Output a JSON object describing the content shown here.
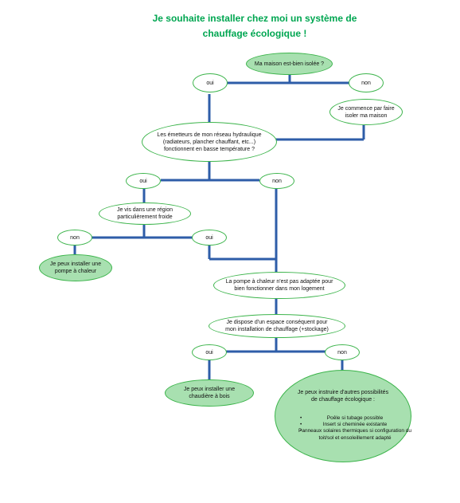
{
  "title": "Je souhaite installer chez moi un système de\nchauffage écologique !",
  "nodes": {
    "q_isolation": "Ma maison est-bien isolée ?",
    "isolation_oui": "oui",
    "isolation_non": "non",
    "isoler": "Je commence par faire\nisoler ma maison",
    "q_emetteurs": "Les émetteurs de mon réseau hydraulique\n(radiateurs, plancher chauffant, etc...)\nfonctionnent en basse température ?",
    "emetteurs_oui": "oui",
    "emetteurs_non": "non",
    "q_region": "Je vis dans une région\nparticulièrement froide",
    "region_non": "non",
    "region_oui": "oui",
    "pac": "Je peux installer une\npompe à chaleur",
    "pac_non_adaptee": "La pompe à chaleur n'est pas adaptée pour\nbien fonctionner dans mon logement",
    "q_espace": "Je dispose d'un espace conséquent pour\nmon installation de chauffage (+stockage)",
    "espace_oui": "oui",
    "espace_non": "non",
    "chaudiere": "Je peux installer une\nchaudière à bois",
    "autres": "Je peux instruire d'autres possibilités\nde chauffage écologique :"
  },
  "autres_items": [
    "Poêle si tubage possible",
    "Insert si cheminée existante",
    "Panneaux solaires thermiques si configuration du toit/sol et ensoleillement adapté"
  ],
  "colors": {
    "title": "#00a651",
    "node_border": "#3cb44b",
    "terminal_fill": "#a8e0b0",
    "connector": "#2e5da8"
  }
}
